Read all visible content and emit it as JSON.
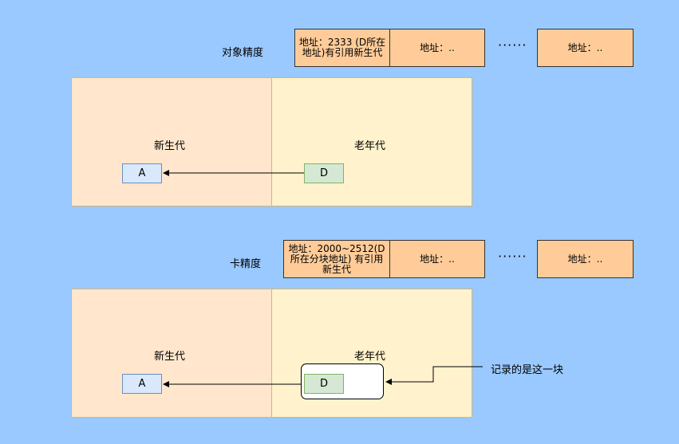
{
  "object_precision": {
    "title": "对象精度",
    "cells": [
      "地址：2333 (D所在地址)有引用新生代",
      "地址：..",
      "地址：.."
    ],
    "ellipsis": "······",
    "young_label": "新生代",
    "old_label": "老年代",
    "young_object": "A",
    "old_object": "D"
  },
  "card_precision": {
    "title": "卡精度",
    "cells": [
      "地址：2000~2512(D所在分块地址) 有引用新生代",
      "地址：..",
      "地址：.."
    ],
    "ellipsis": "······",
    "young_label": "新生代",
    "old_label": "老年代",
    "young_object": "A",
    "old_object": "D",
    "annotation": "记录的是这一块"
  },
  "colors": {
    "background": "#99c9ff",
    "table_cell": "#ffcc99",
    "young_gen": "#ffe6cc",
    "old_gen": "#fff2cc",
    "object_a": "#dae8fc",
    "object_d": "#d5e8d4"
  }
}
